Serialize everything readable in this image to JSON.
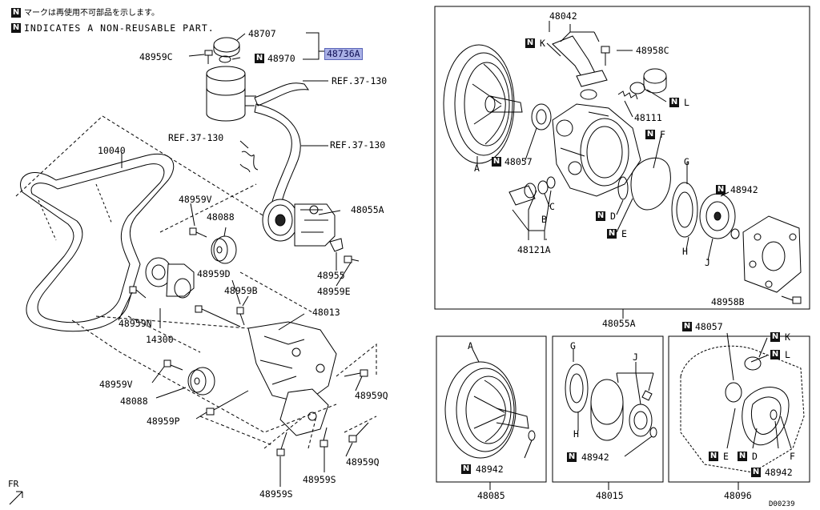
{
  "legend": {
    "note_jp": "マークは再使用不可部品を示します。",
    "note_en": "INDICATES A NON-REUSABLE PART.",
    "badge": "N"
  },
  "highlight_color": "#aab1e6",
  "left_labels": {
    "p48707": "48707",
    "p48736A": "48736A",
    "p48959C": "48959C",
    "p48970": "48970",
    "ref1": "REF.37-130",
    "ref2": "REF.37-130",
    "ref3": "REF.37-130",
    "p10040": "10040",
    "p48055A": "48055A",
    "p48959V_top": "48959V",
    "p48088_top": "48088",
    "p48959D": "48959D",
    "p48959B": "48959B",
    "p48955": "48955",
    "p48959E": "48959E",
    "p48959N": "48959N",
    "p14300": "14300",
    "p48013": "48013",
    "p48959V_bot": "48959V",
    "p48088_bot": "48088",
    "p48959Q_a": "48959Q",
    "p48959P": "48959P",
    "p48959Q_b": "48959Q",
    "p48959S_a": "48959S",
    "p48959S_b": "48959S",
    "fr": "FR"
  },
  "main_box": {
    "p48042": "48042",
    "p48958C": "48958C",
    "K": "K",
    "L": "L",
    "p48111": "48111",
    "A": "A",
    "p48057": "48057",
    "F": "F",
    "G": "G",
    "p48942": "48942",
    "C": "C",
    "B": "B",
    "D": "D",
    "E": "E",
    "H": "H",
    "J": "J",
    "p48121A": "48121A",
    "p48958B": "48958B",
    "caption": "48055A"
  },
  "box_48085": {
    "A": "A",
    "p48942": "48942",
    "caption": "48085"
  },
  "box_48015": {
    "G": "G",
    "J": "J",
    "H": "H",
    "p48942": "48942",
    "caption": "48015"
  },
  "box_48096": {
    "p48057": "48057",
    "K": "K",
    "L": "L",
    "E": "E",
    "D": "D",
    "F": "F",
    "p48942": "48942",
    "caption": "48096"
  },
  "diagram_code": "D00239"
}
